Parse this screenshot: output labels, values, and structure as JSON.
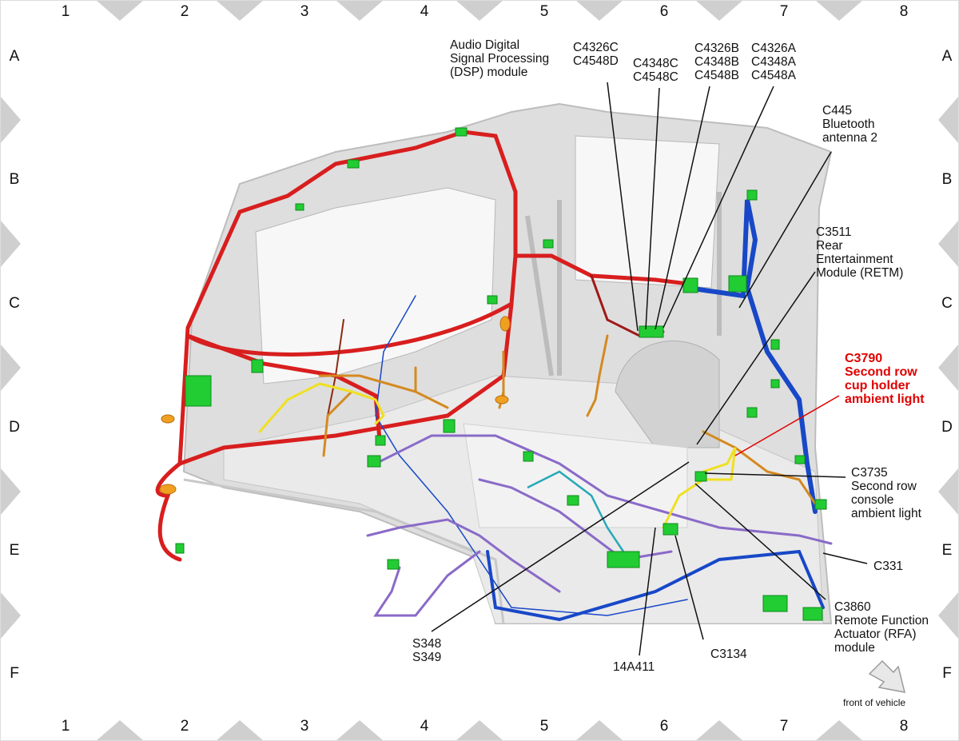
{
  "grid": {
    "columns": [
      "1",
      "2",
      "3",
      "4",
      "5",
      "6",
      "7",
      "8"
    ],
    "rows": [
      "A",
      "B",
      "C",
      "D",
      "E",
      "F"
    ]
  },
  "labels": {
    "dsp": "Audio Digital\nSignal Processing\n(DSP) module",
    "c4326c": "C4326C\nC4548D",
    "c4348c": "C4348C\nC4548C",
    "c4326b": "C4326B\nC4348B\nC4548B",
    "c4326a": "C4326A\nC4348A\nC4548A",
    "c445": "C445\nBluetooth\nantenna 2",
    "c3511": "C3511\nRear\nEntertainment\nModule (RETM)",
    "c3790": "C3790\nSecond row\ncup holder\nambient light",
    "c3735": "C3735\nSecond row\nconsole\nambient light",
    "c331": "C331",
    "c3860": "C3860\nRemote Function\nActuator (RFA)\nmodule",
    "c3134": "C3134",
    "s348": "S348\nS349",
    "p14a411": "14A411",
    "front": "front of vehicle"
  },
  "colors": {
    "highlight": "#e00000",
    "harness_red": "#d81e1e",
    "harness_blue": "#1848c8",
    "harness_purple": "#8a6ac8",
    "harness_orange": "#d48a20",
    "harness_yellow": "#f0e020",
    "connector_green": "#22cc33",
    "body_gray": "#d8d8d8",
    "marker_gray": "#cfcfcf"
  }
}
